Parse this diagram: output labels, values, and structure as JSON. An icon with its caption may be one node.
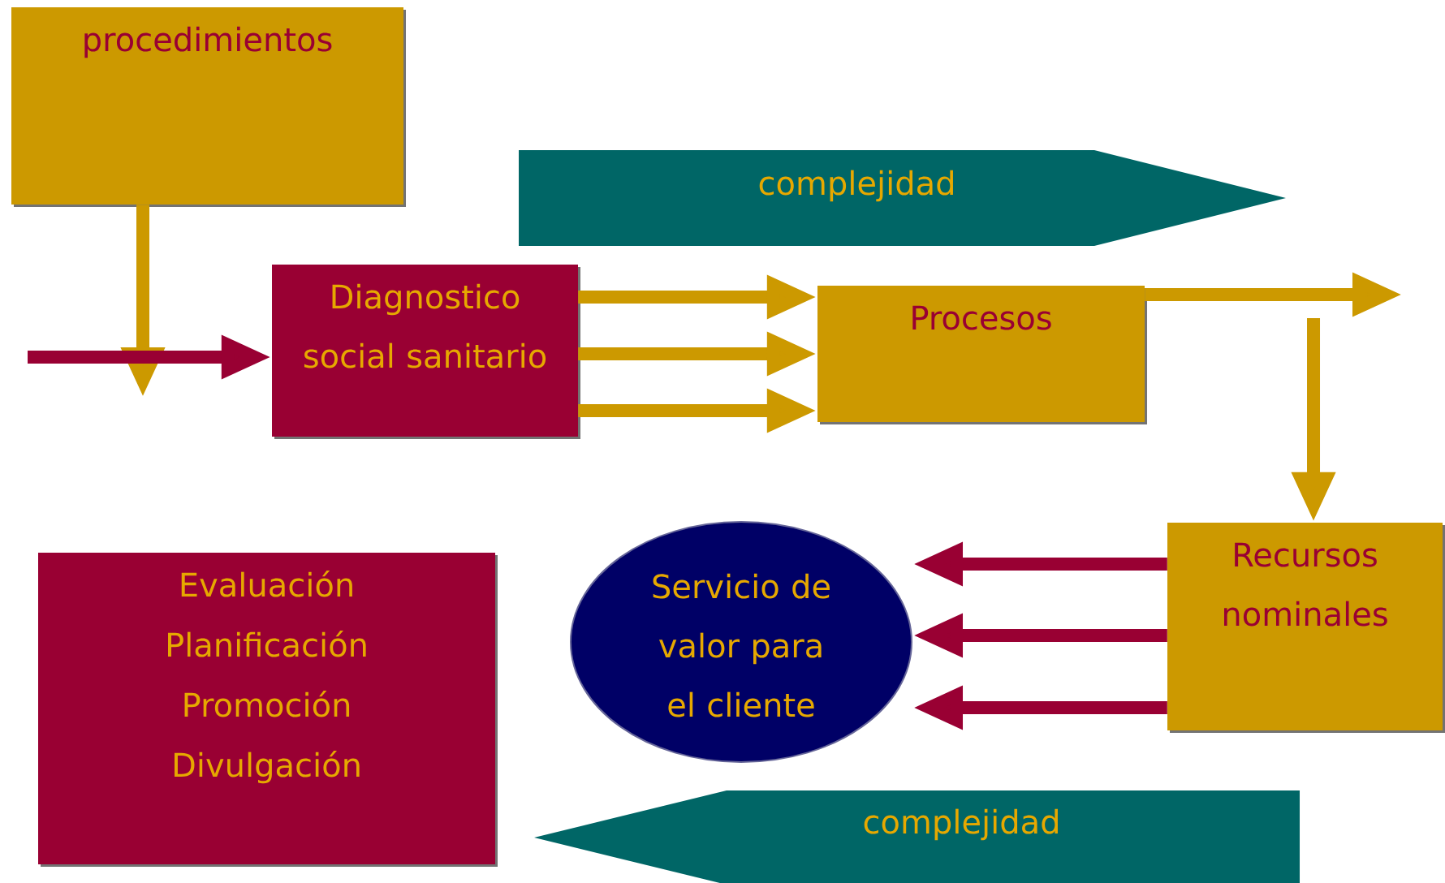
{
  "diagram": {
    "nodes": [
      {
        "text": [
          "procedimientos"
        ]
      },
      {
        "text": [
          "complejidad"
        ]
      },
      {
        "text": [
          "Diagnostico social sanitario"
        ]
      },
      {
        "text": [
          "Procesos"
        ]
      },
      {
        "text": [
          "Recursos nominales"
        ]
      },
      {
        "text": [
          "Servicio de valor para el cliente"
        ]
      },
      {
        "text": [
          "Evaluación",
          "Planificación",
          "Promoción",
          "Divulgación"
        ]
      },
      {
        "text": [
          "complejidad"
        ]
      }
    ],
    "edges": [
      {
        "from": 0,
        "to": null,
        "arrow": "to"
      },
      {
        "from": null,
        "to": 2,
        "arrow": "to",
        "color": "#990033"
      },
      {
        "from": 2,
        "to": 3,
        "arrow": "to"
      },
      {
        "from": 2,
        "to": 3,
        "arrow": "to"
      },
      {
        "from": 2,
        "to": 3,
        "arrow": "to"
      },
      {
        "from": 3,
        "to": null,
        "arrow": "to"
      },
      {
        "from": null,
        "to": 4,
        "arrow": "to"
      },
      {
        "from": 4,
        "to": 5,
        "arrow": "to",
        "color": "#990033"
      },
      {
        "from": 4,
        "to": 5,
        "arrow": "to",
        "color": "#990033"
      },
      {
        "from": 4,
        "to": 5,
        "arrow": "to",
        "color": "#990033"
      }
    ]
  }
}
